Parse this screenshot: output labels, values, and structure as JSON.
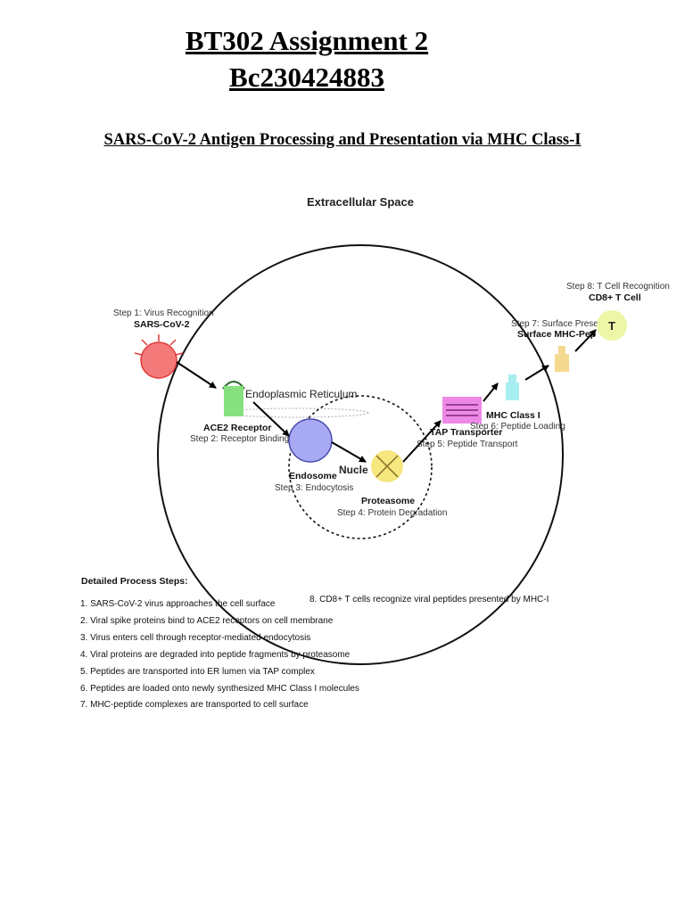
{
  "title_line1": "BT302 Assignment 2",
  "title_line2": "Bc230424883",
  "subtitle": "SARS-CoV-2 Antigen Processing and Presentation via MHC Class-I",
  "diagram": {
    "extracellular_label": "Extracellular Space",
    "er_label": "Endoplasmic Reticulum",
    "nucleus_label": "Nucle",
    "virus": {
      "step": "Step 1: Virus Recognition",
      "name": "SARS-CoV-2"
    },
    "ace2": {
      "name": "ACE2 Receptor",
      "step": "Step 2: Receptor Binding"
    },
    "endosome": {
      "name": "Endosome",
      "step": "Step 3: Endocytosis"
    },
    "proteasome": {
      "name": "Proteasome",
      "step": "Step 4: Protein Degradation"
    },
    "tap": {
      "name": "TAP Transporter",
      "step": "Step 5: Peptide Transport"
    },
    "mhc": {
      "name": "MHC Class I",
      "step": "Step 6: Peptide Loading"
    },
    "surface": {
      "step": "Step 7: Surface Presenta",
      "name": "Surface MHC-Pep"
    },
    "tcell": {
      "step": "Step 8: T Cell Recognition",
      "name": "CD8+ T Cell",
      "symbol": "T"
    },
    "step8_text": "8. CD8+ T cells recognize viral peptides presented by MHC-I",
    "details_heading": "Detailed Process Steps:",
    "details": [
      "1. SARS-CoV-2 virus approaches the cell surface",
      "2. Viral spike proteins bind to ACE2 receptors on cell membrane",
      "3. Virus enters cell through receptor-mediated endocytosis",
      "4. Viral proteins are degraded into peptide fragments by proteasome",
      "5. Peptides are transported into ER lumen via TAP complex",
      "6. Peptides are loaded onto newly synthesized MHC Class I molecules",
      "7. MHC-peptide complexes are transported to cell surface"
    ],
    "colors": {
      "virus": "#f47a7a",
      "ace2": "#86e07f",
      "endosome": "#a7a9f2",
      "proteasome": "#f6e77e",
      "tap": "#ee88e6",
      "mhc": "#a8eef0",
      "surface_mhc": "#f4d98e",
      "tcell": "#edf6a6"
    }
  }
}
